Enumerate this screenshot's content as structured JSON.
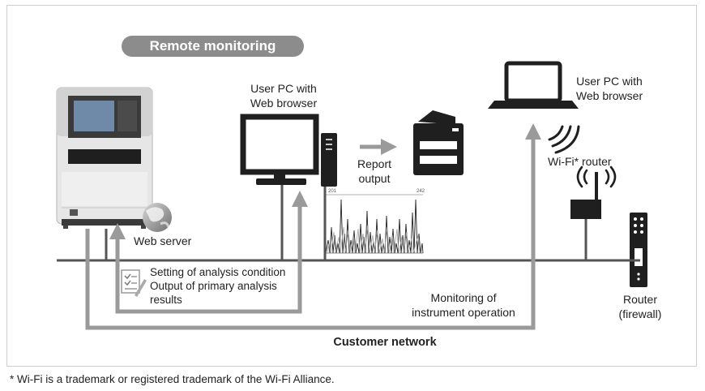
{
  "title": "Remote monitoring",
  "labels": {
    "user_pc_1_line1": "User PC with",
    "user_pc_1_line2": "Web browser",
    "user_pc_2_line1": "User PC with",
    "user_pc_2_line2": "Web browser",
    "report_line1": "Report",
    "report_line2": "output",
    "wifi_router": "Wi-Fi* router",
    "web_server": "Web server",
    "setting_line1": "Setting of analysis condition",
    "setting_line2": "Output of primary analysis",
    "setting_line3": "results",
    "monitoring_line1": "Monitoring of",
    "monitoring_line2": "instrument operation",
    "router_line1": "Router",
    "router_line2": "(firewall)",
    "customer_network": "Customer network",
    "trace_left": "201",
    "trace_right": "242"
  },
  "footnote": "* Wi-Fi is a trademark or registered trademark of the Wi-Fi Alliance.",
  "colors": {
    "arrow": "#9a9a9a",
    "network_line": "#555555",
    "device_dark": "#2b2b2b",
    "pill": "#8c8c8c"
  }
}
